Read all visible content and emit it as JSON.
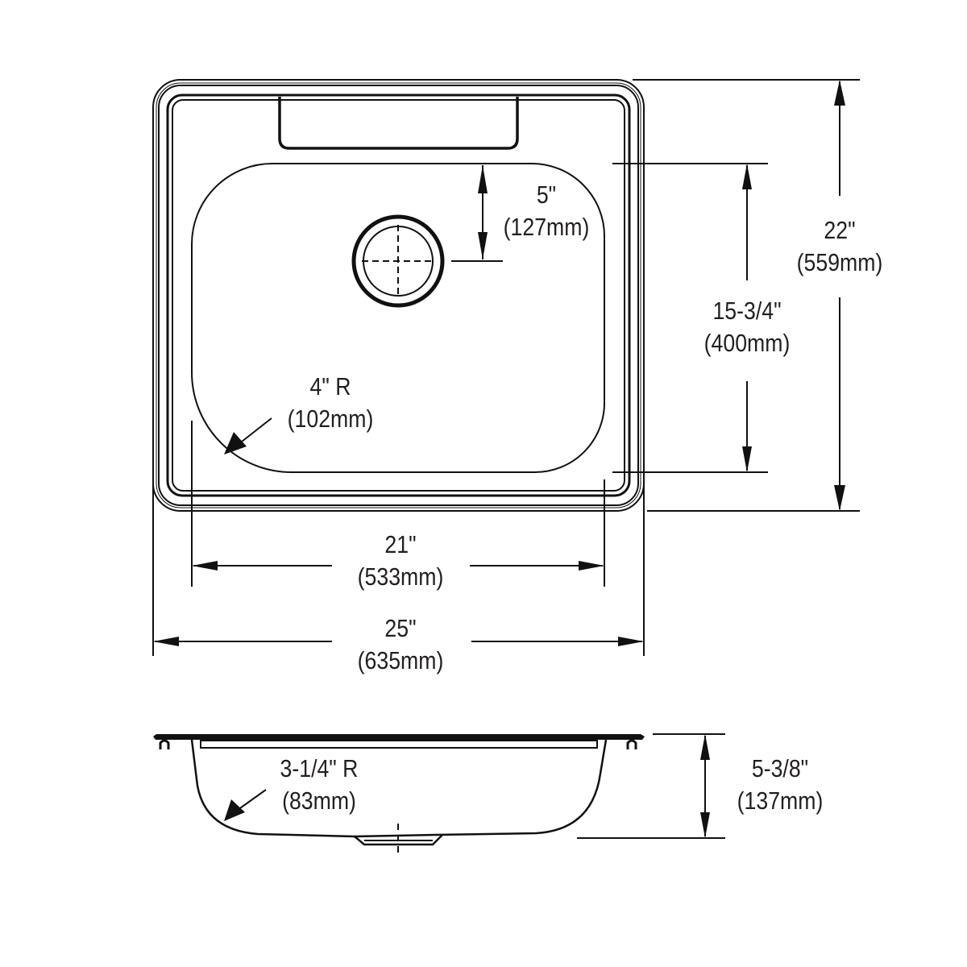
{
  "diagram": {
    "line_color": "#111111",
    "text_color": "#231f20",
    "background": "#ffffff",
    "views": [
      "plan-view",
      "side-section-view"
    ]
  },
  "dimensions": {
    "drain_offset": {
      "imperial": "5\"",
      "metric": "(127mm)"
    },
    "overall_depth": {
      "imperial": "22\"",
      "metric": "(559mm)"
    },
    "bowl_depth": {
      "imperial": "15-3/4\"",
      "metric": "(400mm)"
    },
    "bowl_corner_radius": {
      "imperial": "4\" R",
      "metric": "(102mm)"
    },
    "bowl_width": {
      "imperial": "21\"",
      "metric": "(533mm)"
    },
    "overall_width": {
      "imperial": "25\"",
      "metric": "(635mm)"
    },
    "section_radius": {
      "imperial": "3-1/4\" R",
      "metric": "(83mm)"
    },
    "bowl_height": {
      "imperial": "5-3/8\"",
      "metric": "(137mm)"
    }
  }
}
